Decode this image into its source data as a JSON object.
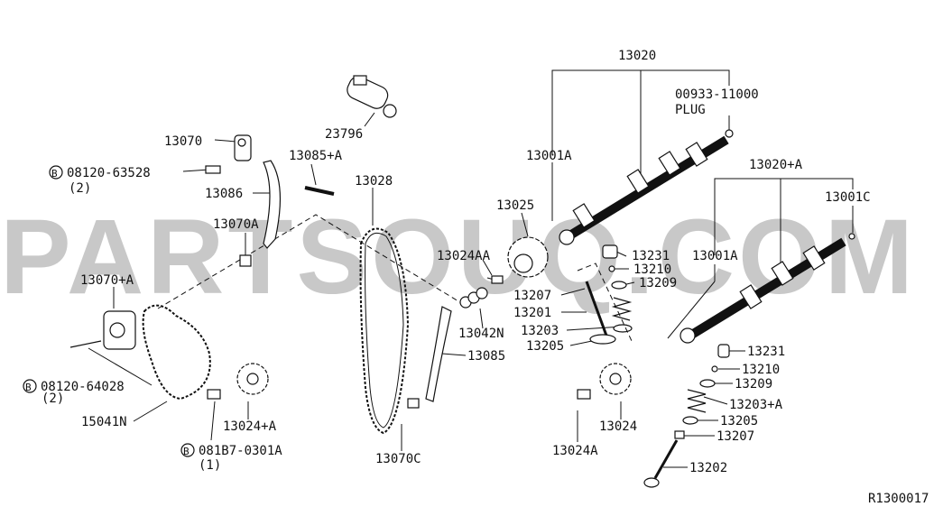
{
  "watermark": "PARTSOUQ.COM",
  "reference": "R1300017",
  "callouts": {
    "p13020": "13020",
    "p00933": "00933-11000",
    "plug": "PLUG",
    "p23796": "23796",
    "p13070": "13070",
    "p13085a": "13085+A",
    "p08120_63528": "08120-63528",
    "qty_2a": "(2)",
    "p13086": "13086",
    "p13028": "13028",
    "p13001a_l": "13001A",
    "p13020a": "13020+A",
    "p13025": "13025",
    "p13001c": "13001C",
    "p13070a": "13070A",
    "p13024aa": "13024AA",
    "p13231_u": "13231",
    "p13001a_r": "13001A",
    "p13210_u": "13210",
    "p13070plusa": "13070+A",
    "p13209_u": "13209",
    "p13207_u": "13207",
    "p13201": "13201",
    "p13042n": "13042N",
    "p13203": "13203",
    "p13205_u": "13205",
    "p13231_l": "13231",
    "p13085": "13085",
    "p13210_l": "13210",
    "p08120_64028": "08120-64028",
    "qty_2b": "(2)",
    "p13209_l": "13209",
    "p13203a": "13203+A",
    "p15041n": "15041N",
    "p13024a_plus": "13024+A",
    "p13024": "13024",
    "p13205_l": "13205",
    "p13207_l": "13207",
    "p081b7": "081B7-0301A",
    "qty_1": "(1)",
    "p13024a": "13024A",
    "p13070c": "13070C",
    "p13202": "13202",
    "bolt_mark": "B"
  }
}
